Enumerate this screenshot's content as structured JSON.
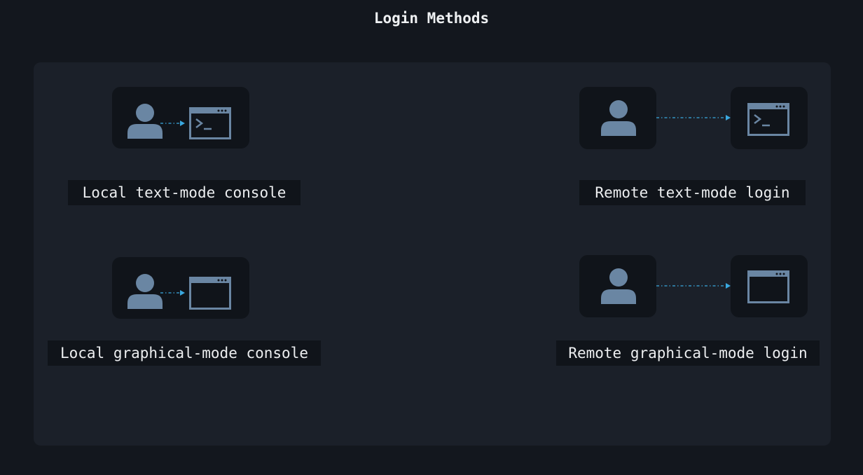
{
  "title": "Login Methods",
  "colors": {
    "background": "#13171e",
    "panel": "#1b2029",
    "card": "#10141a",
    "icon": "#6a86a3",
    "arrow": "#3aa9e0"
  },
  "methods": [
    {
      "label": "Local text-mode console",
      "icons": [
        "user-icon",
        "terminal-window-icon"
      ]
    },
    {
      "label": "Remote text-mode login",
      "icons": [
        "user-icon",
        "terminal-window-icon"
      ]
    },
    {
      "label": "Local graphical-mode console",
      "icons": [
        "user-icon",
        "blank-window-icon"
      ]
    },
    {
      "label": "Remote graphical-mode login",
      "icons": [
        "user-icon",
        "blank-window-icon"
      ]
    }
  ]
}
